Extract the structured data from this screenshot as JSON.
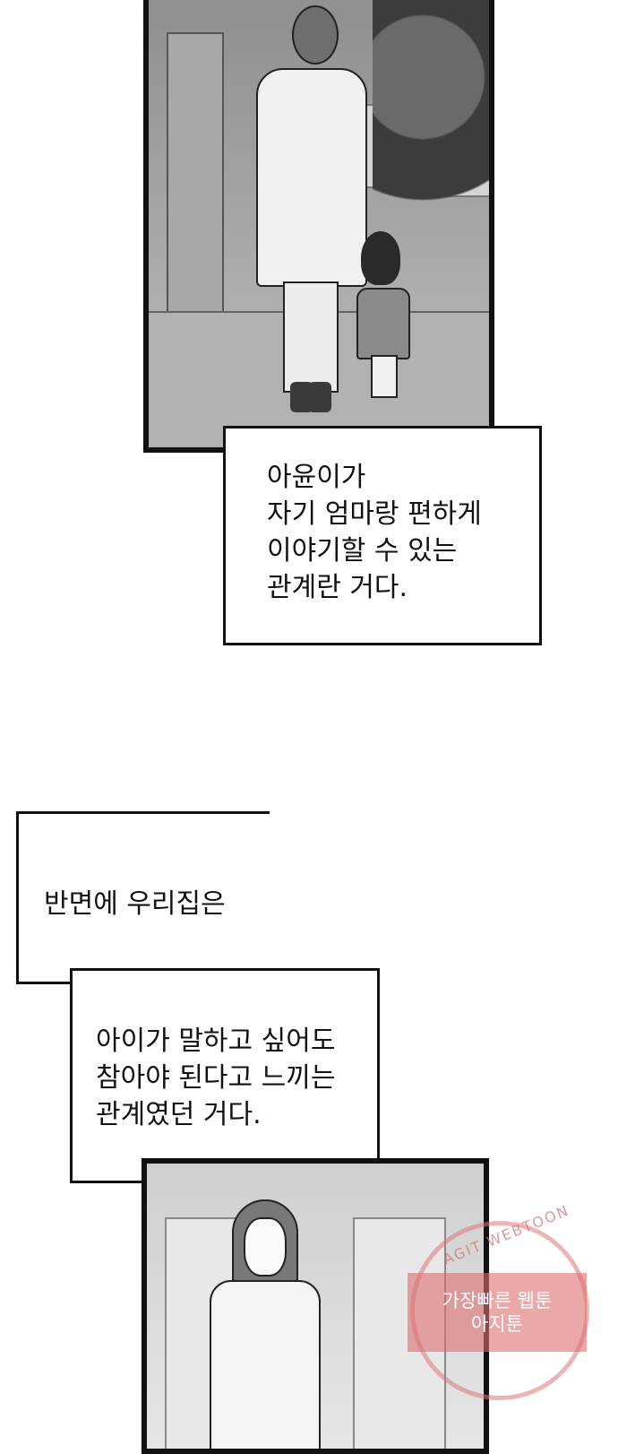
{
  "captions": {
    "first": {
      "lines": [
        "아윤이가",
        "자기 엄마랑 편하게",
        "이야기할 수 있는",
        "관계란 거다."
      ]
    },
    "second": {
      "lines": [
        "반면에 우리집은"
      ]
    },
    "third": {
      "lines": [
        "아이가 말하고 싶어도",
        "참아야 된다고 느끼는",
        "관계였던 거다."
      ]
    }
  },
  "watermark": {
    "arc_text": "AGIT WEBTOON",
    "line1": "가장빠른 웹툰",
    "line2": "아지툰"
  },
  "colors": {
    "border": "#111111",
    "stamp": "#de6e6e"
  }
}
